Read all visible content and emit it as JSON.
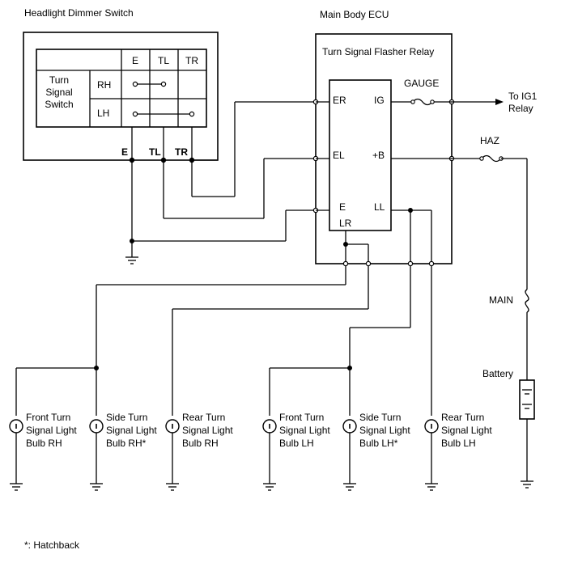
{
  "switch_title": "Headlight Dimmer Switch",
  "ecu_title": "Main Body ECU",
  "relay_title": "Turn Signal Flasher Relay",
  "table": {
    "col_e": "E",
    "col_tl": "TL",
    "col_tr": "TR",
    "row_group": [
      "Turn",
      "Signal",
      "Switch"
    ],
    "row_rh": "RH",
    "row_lh": "LH"
  },
  "switch_pins": {
    "e": "E",
    "tl": "TL",
    "tr": "TR"
  },
  "relay_pins": {
    "er": "ER",
    "el": "EL",
    "e": "E",
    "lr": "LR",
    "ig": "IG",
    "b": "+B",
    "ll": "LL"
  },
  "fuses": {
    "gauge": "GAUGE",
    "haz": "HAZ",
    "main": "MAIN"
  },
  "ig1_relay": [
    "To IG1",
    "Relay"
  ],
  "battery": "Battery",
  "bulbs": [
    {
      "name": "front-rh",
      "lines": [
        "Front Turn",
        "Signal Light",
        "Bulb RH"
      ]
    },
    {
      "name": "side-rh",
      "lines": [
        "Side Turn",
        "Signal Light",
        "Bulb RH*"
      ]
    },
    {
      "name": "rear-rh",
      "lines": [
        "Rear Turn",
        "Signal Light",
        "Bulb RH"
      ]
    },
    {
      "name": "front-lh",
      "lines": [
        "Front Turn",
        "Signal Light",
        "Bulb LH"
      ]
    },
    {
      "name": "side-lh",
      "lines": [
        "Side Turn",
        "Signal Light",
        "Bulb LH*"
      ]
    },
    {
      "name": "rear-lh",
      "lines": [
        "Rear Turn",
        "Signal Light",
        "Bulb LH"
      ]
    }
  ],
  "footnote": "*: Hatchback"
}
